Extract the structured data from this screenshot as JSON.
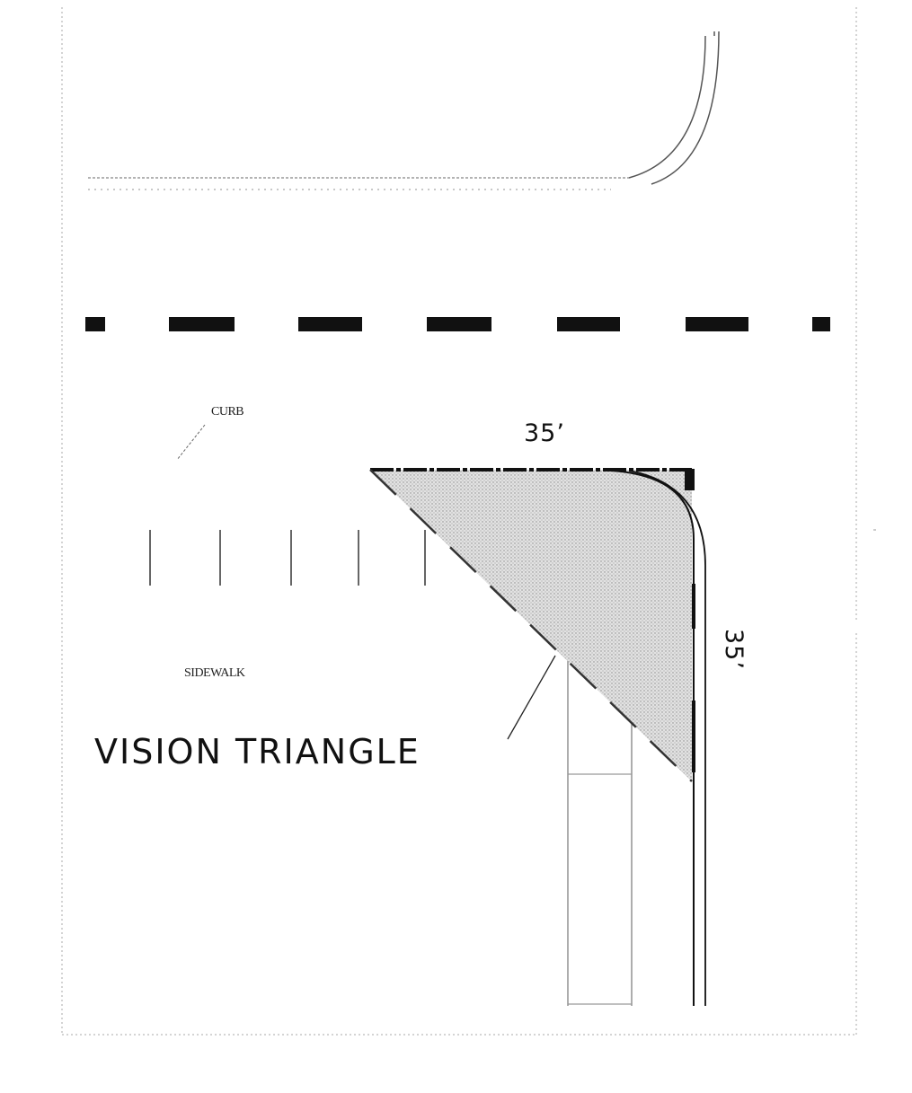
{
  "labels": {
    "curb": "CURB",
    "sidewalk": "SIDEWALK",
    "dimension_horizontal": "35’",
    "dimension_vertical": "35’",
    "vision_triangle": "VISION TRIANGLE"
  },
  "colors": {
    "line": "#111111",
    "light_line": "#9a9a9a",
    "triangle_fill": "#dcdcdc",
    "background": "#ffffff"
  }
}
